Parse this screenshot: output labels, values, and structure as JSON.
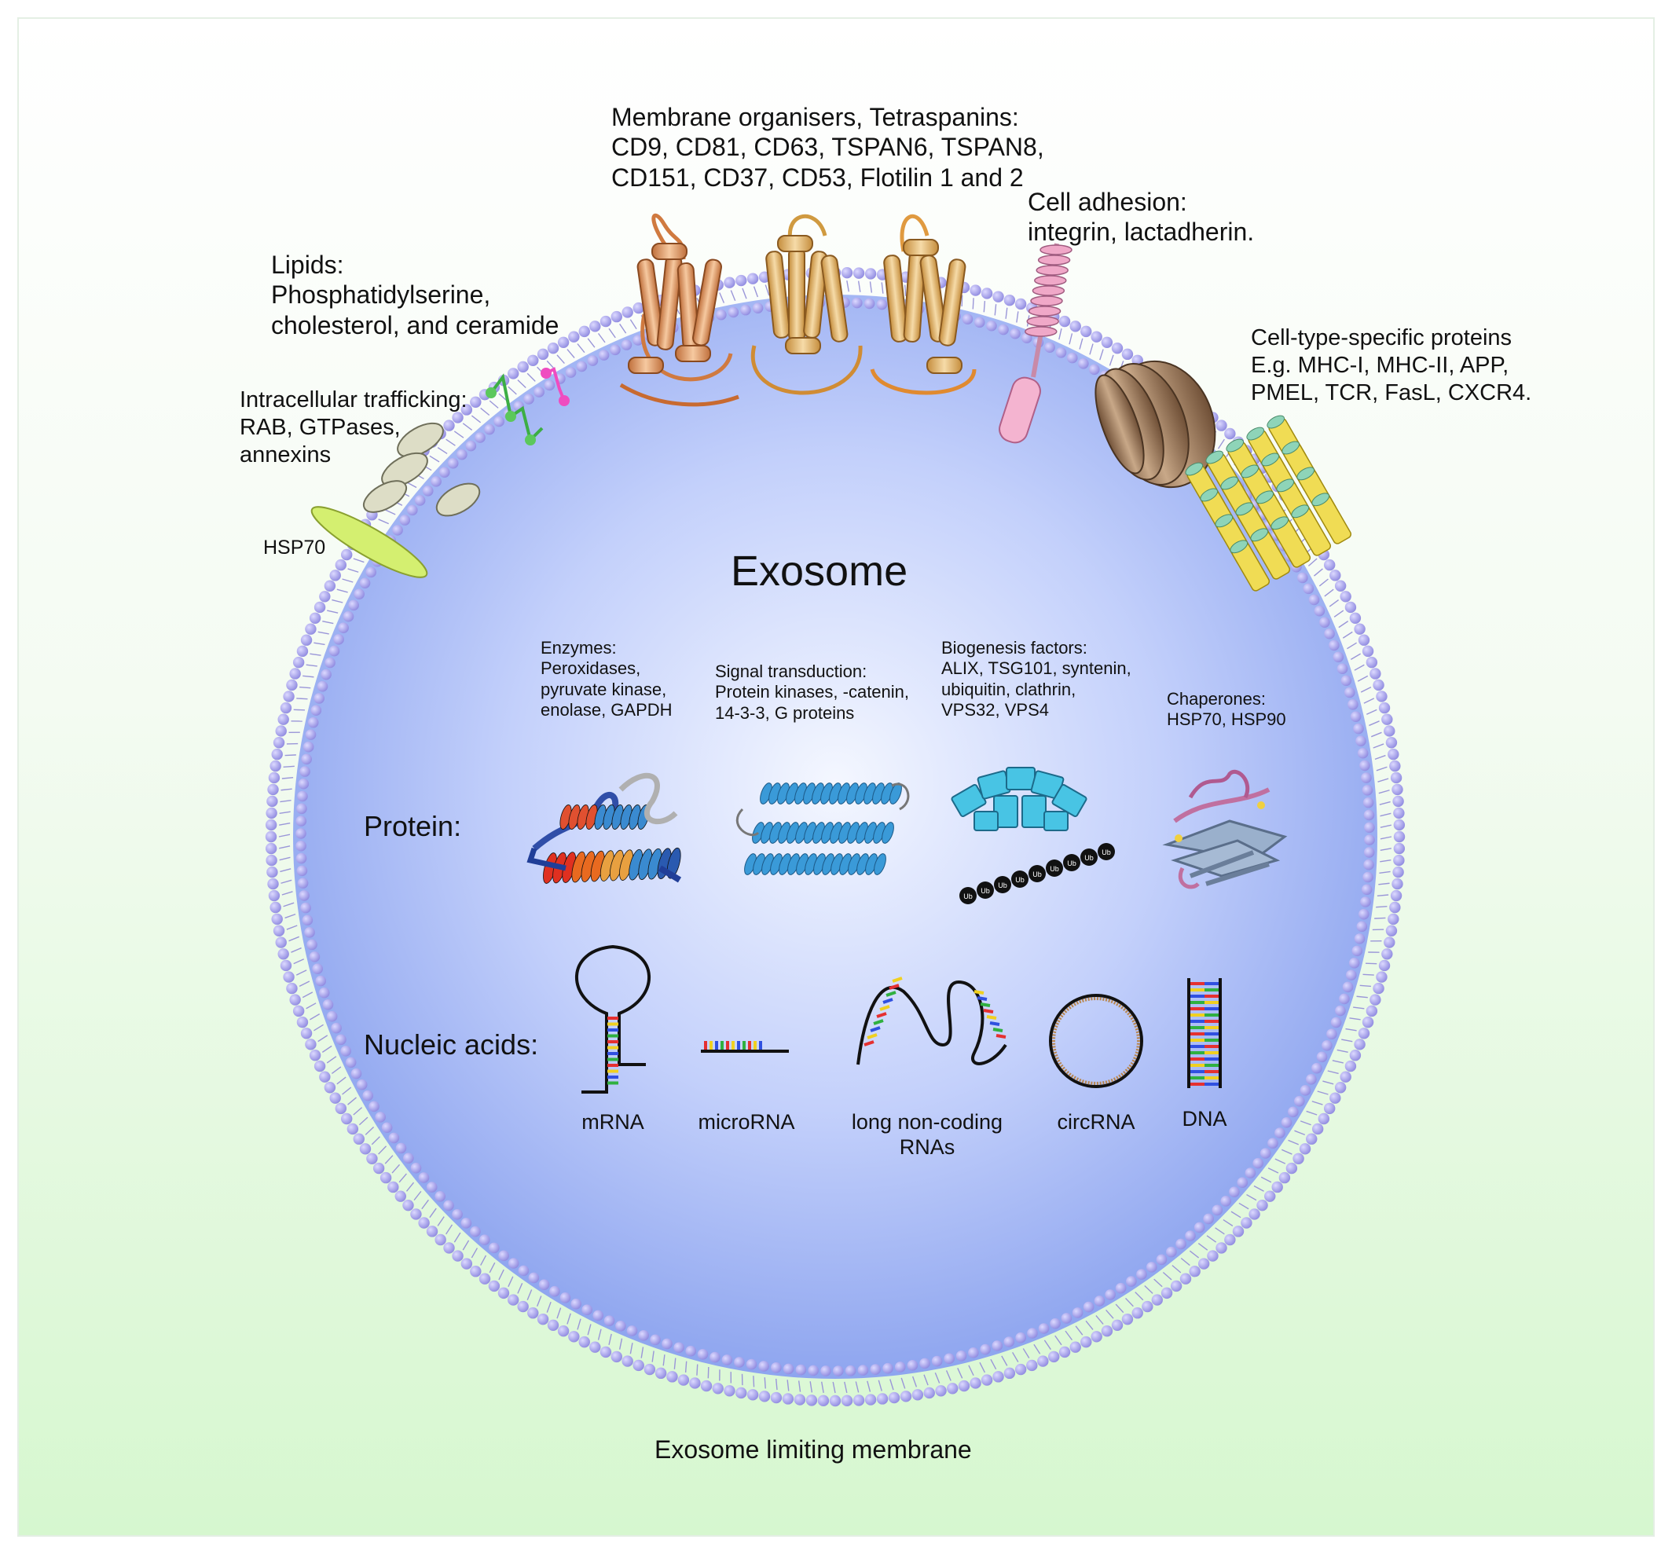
{
  "title": "Exosome",
  "membrane_label": "Exosome limiting membrane",
  "surface_labels": {
    "tetraspanins": "Membrane organisers, Tetraspanins:\nCD9, CD81, CD63, TSPAN6, TSPAN8,\nCD151, CD37, CD53, Flotilin 1 and 2",
    "cell_adhesion": "Cell adhesion:\nintegrin, lactadherin.",
    "lipids": "Lipids:\nPhosphatidylserine,\ncholesterol, and ceramide",
    "trafficking": "Intracellular trafficking:\nRAB, GTPases,\nannexins",
    "hsp70": "HSP70",
    "cell_type": "Cell-type-specific proteins\nE.g. MHC-I, MHC-II, APP,\nPMEL, TCR, FasL, CXCR4."
  },
  "protein": {
    "heading": "Protein:",
    "groups": [
      {
        "text": "Enzymes:\nPeroxidases,\npyruvate kinase,\nenolase, GAPDH"
      },
      {
        "text": "Signal transduction:\nProtein kinases, -catenin,\n14-3-3, G proteins"
      },
      {
        "text": "Biogenesis factors:\nALIX, TSG101, syntenin,\nubiquitin, clathrin,\nVPS32, VPS4"
      },
      {
        "text": "Chaperones:\nHSP70, HSP90"
      }
    ],
    "ubiquitin_bead": "Ub"
  },
  "nucleic_acids": {
    "heading": "Nucleic acids:",
    "items": [
      "mRNA",
      "microRNA",
      "long non-coding\nRNAs",
      "circRNA",
      "DNA"
    ]
  },
  "colors": {
    "interior_center": "#f2f5ff",
    "interior_edge": "#8fa6f0",
    "lipid_head": "#a9a5ea",
    "tetraspanin_1": "#e0956a",
    "tetraspanin_2": "#e6b36e",
    "tetraspanin_3": "#eea25c",
    "integrin": "#f0a8c8",
    "mhc": "#a07c5e",
    "cell_type_complex": "#f0dc54",
    "hsp70_disk": "#d4ef70",
    "annexin": "#ddddc4",
    "base_red": "#e53030",
    "base_yellow": "#f0d020",
    "base_blue": "#3050e0",
    "base_green": "#30b040"
  }
}
